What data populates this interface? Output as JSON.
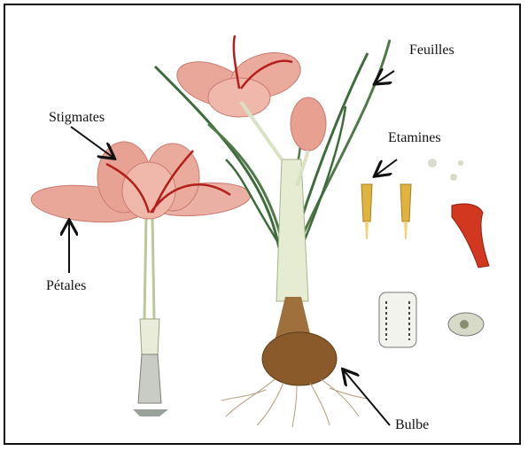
{
  "labels": {
    "feuilles": "Feuilles",
    "stigmates": "Stigmates",
    "etamines": "Etamines",
    "petales": "Pétales",
    "bulbe": "Bulbe"
  },
  "colors": {
    "petal": "#e9a79a",
    "petal_dark": "#c97b70",
    "stigma": "#b3201b",
    "leaf": "#3e6b3c",
    "stem": "#d9e2c4",
    "bulb": "#8a5a2b",
    "anther": "#e0b341",
    "arrow": "#111111"
  }
}
